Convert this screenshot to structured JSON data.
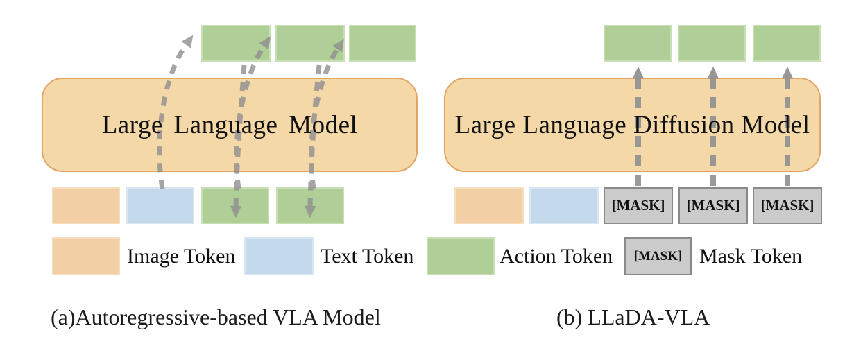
{
  "figure": {
    "left": {
      "model_label": "Large Language Model",
      "caption": "(a)Autoregressive-based VLA Model",
      "output_action_tokens": 3,
      "input_tokens": [
        "image",
        "text",
        "action",
        "action"
      ]
    },
    "right": {
      "model_label": "Large Language Diffusion Model",
      "caption": "(b) LLaDA-VLA",
      "mask_label": "[MASK]",
      "output_action_tokens": 3,
      "input_tokens": [
        "image",
        "text",
        "mask",
        "mask",
        "mask"
      ]
    },
    "legend": {
      "items": [
        {
          "label": "Image Token",
          "color": "#F2CFA4"
        },
        {
          "label": "Text Token",
          "color": "#C5D9EC"
        },
        {
          "label": "Action Token",
          "color": "#AFCF96"
        },
        {
          "label": "Mask Token",
          "chip_text": "[MASK]",
          "color": "#CBCBCB"
        }
      ]
    },
    "colors": {
      "model_fill": "#F5D8A7",
      "model_border": "#E2A566",
      "arrow_gray": "#8F8F8F",
      "mask_border": "#8A8A8A"
    }
  }
}
